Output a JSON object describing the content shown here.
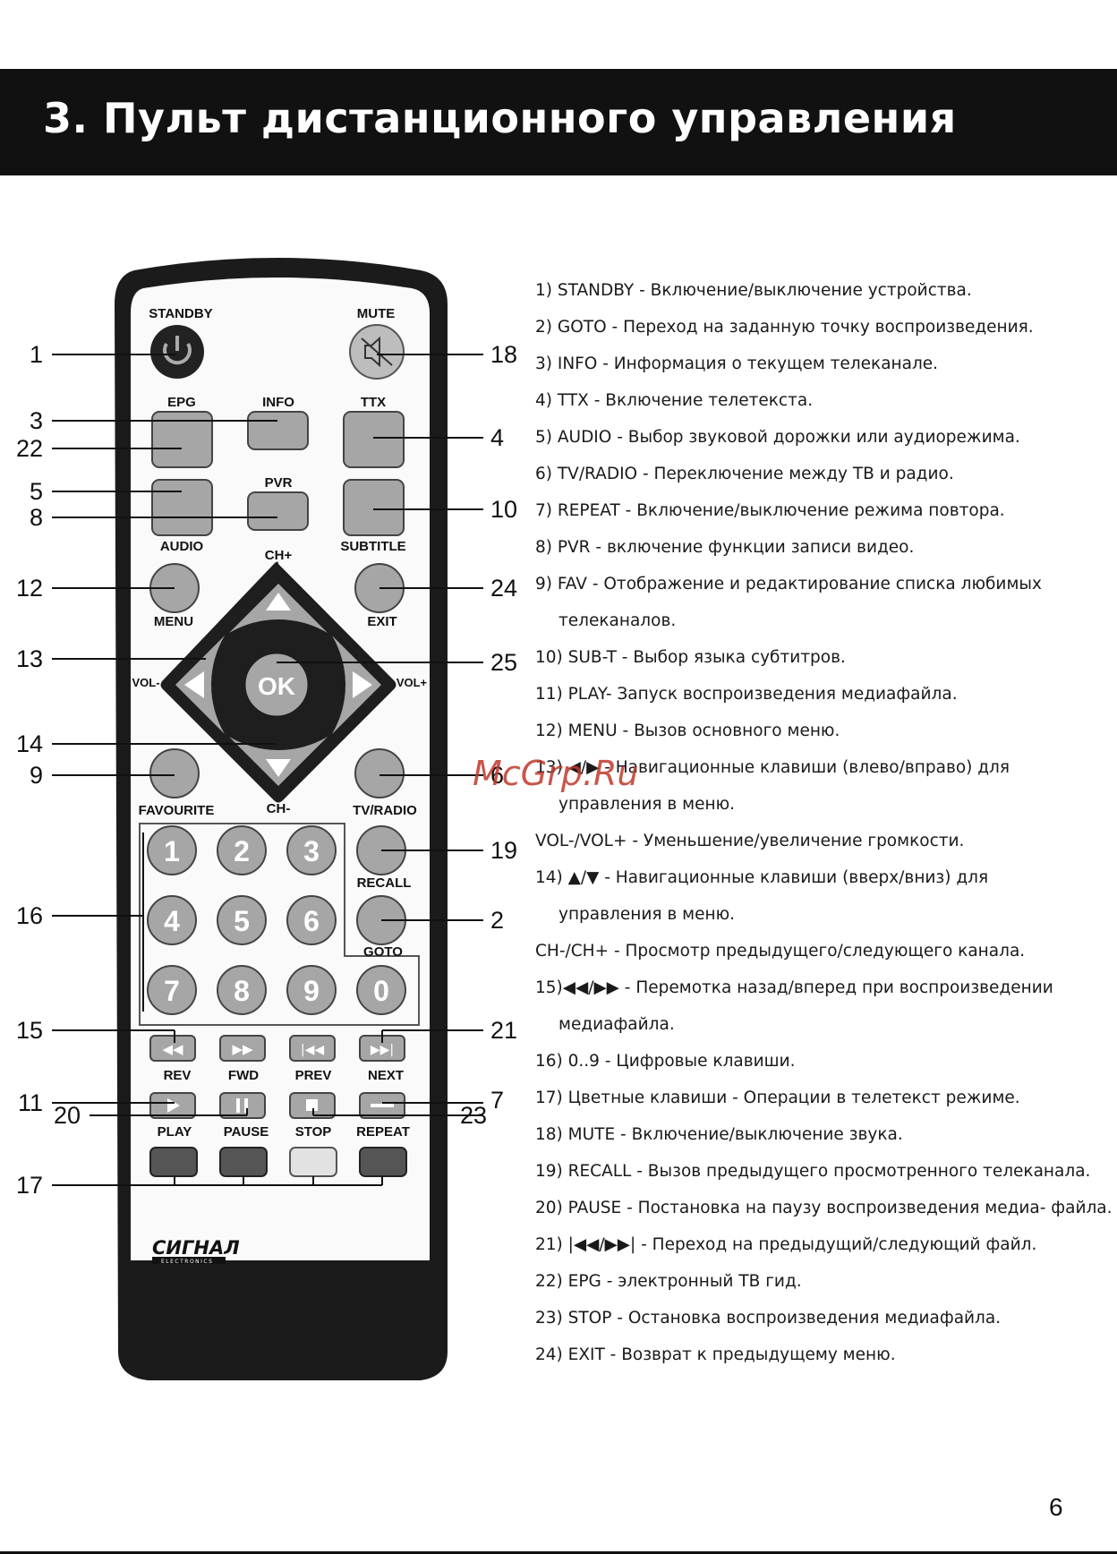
{
  "title": "3. Пульт дистанционного управления",
  "page_number": "6",
  "watermark": "McGrp.Ru",
  "remote": {
    "brand": "СИГНАЛ",
    "brand_sub": "ELECTRONICS",
    "buttons": {
      "standby": "STANDBY",
      "mute": "MUTE",
      "epg": "EPG",
      "info": "INFO",
      "ttx": "TTX",
      "pvr": "PVR",
      "audio": "AUDIO",
      "subtitle": "SUBTITLE",
      "ch_plus": "CH+",
      "ch_minus": "CH-",
      "menu": "MENU",
      "exit": "EXIT",
      "vol_minus": "VOL-",
      "vol_plus": "VOL+",
      "ok": "OK",
      "favourite": "FAVOURITE",
      "tvradio": "TV/RADIO",
      "recall": "RECALL",
      "goto": "GOTO",
      "digits": [
        "1",
        "2",
        "3",
        "4",
        "5",
        "6",
        "7",
        "8",
        "9",
        "0"
      ],
      "rev": "REV",
      "fwd": "FWD",
      "prev": "PREV",
      "next": "NEXT",
      "play": "PLAY",
      "pause": "PAUSE",
      "stop": "STOP",
      "repeat": "REPEAT"
    },
    "callouts": {
      "c1": "1",
      "c3": "3",
      "c22": "22",
      "c5": "5",
      "c8": "8",
      "c12": "12",
      "c13": "13",
      "c14": "14",
      "c9": "9",
      "c16": "16",
      "c15": "15",
      "c11": "11",
      "c20": "20",
      "c17": "17",
      "c18": "18",
      "c4": "4",
      "c10": "10",
      "c24": "24",
      "c25": "25",
      "c6": "6",
      "c19": "19",
      "c2": "2",
      "c21": "21",
      "c7": "7",
      "c23": "23"
    }
  },
  "descriptions": [
    {
      "text": "1) STANDBY - Включение/выключение устройства.",
      "indent": false
    },
    {
      "text": "2) GOTO - Переход на заданную точку воспроизведения.",
      "indent": false
    },
    {
      "text": "3) INFO - Информация о текущем телеканале.",
      "indent": false
    },
    {
      "text": "4) TTX - Включение телетекста.",
      "indent": false
    },
    {
      "text": "5) AUDIO - Выбор звуковой дорожки или аудиорежима.",
      "indent": false
    },
    {
      "text": "6) TV/RADIO - Переключение между ТВ и радио.",
      "indent": false
    },
    {
      "text": "7) REPEAT - Включение/выключение режима повтора.",
      "indent": false
    },
    {
      "text": "8) PVR - включение функции записи видео.",
      "indent": false
    },
    {
      "text": "9) FAV - Отображение и редактирование списка любимых",
      "indent": false
    },
    {
      "text": "телеканалов.",
      "indent": true
    },
    {
      "text": "10) SUB-T - Выбор языка субтитров.",
      "indent": false
    },
    {
      "text": "11) PLAY- Запуск воспроизведения медиафайла.",
      "indent": false
    },
    {
      "text": "12) MENU - Вызов основного меню.",
      "indent": false
    },
    {
      "text": "13) ◀/▶ - Навигационные клавиши (влево/вправо) для",
      "indent": false
    },
    {
      "text": "управления в меню.",
      "indent": true
    },
    {
      "text": "VOL-/VOL+ - Уменьшение/увеличение громкости.",
      "indent": false
    },
    {
      "text": "14) ▲/▼ - Навигационные клавиши (вверх/вниз) для",
      "indent": false
    },
    {
      "text": "управления в меню.",
      "indent": true
    },
    {
      "text": "CH-/CH+ - Просмотр предыдущего/следующего канала.",
      "indent": false
    },
    {
      "text": "15)◀◀/▶▶ - Перемотка назад/вперед при воспроизведении",
      "indent": false
    },
    {
      "text": "медиафайла.",
      "indent": true
    },
    {
      "text": "16) 0..9 - Цифровые клавиши.",
      "indent": false
    },
    {
      "text": "17) Цветные клавиши - Операции в телетекст режиме.",
      "indent": false
    },
    {
      "text": "18) MUTE - Включение/выключение звука.",
      "indent": false
    },
    {
      "text": "19) RECALL - Вызов предыдущего просмотренного телеканала.",
      "indent": false
    },
    {
      "text": "20) PAUSE - Постановка на паузу воспроизведения медиа- файла.",
      "indent": false
    },
    {
      "text": "21) |◀◀/▶▶| - Переход на предыдущий/следующий файл.",
      "indent": false
    },
    {
      "text": "22) EPG - электронный ТВ гид.",
      "indent": false
    },
    {
      "text": "23) STOP - Остановка воспроизведения медиафайла.",
      "indent": false
    },
    {
      "text": "24) EXIT - Возврат к предыдущему меню.",
      "indent": false
    }
  ]
}
